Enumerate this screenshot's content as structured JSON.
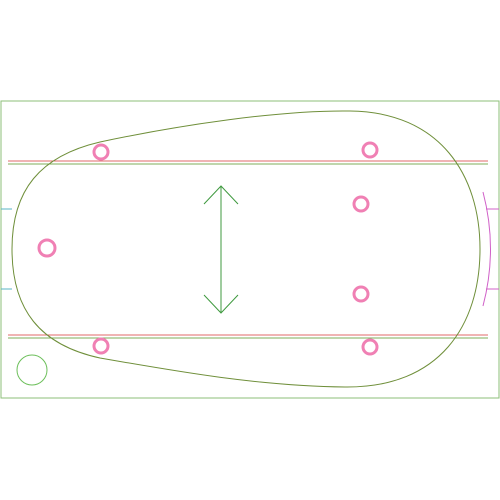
{
  "colors": {
    "background": "#ffffff",
    "frame": "#8dbf7a",
    "outline": "#6f8f3a",
    "rail_red": "#e06a6a",
    "rail_green": "#7fae5a",
    "arrow": "#3f9a3f",
    "marker": "#f080b4",
    "small_circle": "#6cbf5a",
    "edge_cyan": "#5ab4c4",
    "edge_magenta": "#d060c8"
  },
  "markers": [
    {
      "id": "marker-top-left"
    },
    {
      "id": "marker-top-right"
    },
    {
      "id": "marker-left"
    },
    {
      "id": "marker-mid-upper-right"
    },
    {
      "id": "marker-mid-lower-right"
    },
    {
      "id": "marker-bottom-left"
    },
    {
      "id": "marker-bottom-right"
    }
  ],
  "arrow_icon": "double-headed-vertical-arrow-icon",
  "corner_circle_icon": "small-circle-icon"
}
